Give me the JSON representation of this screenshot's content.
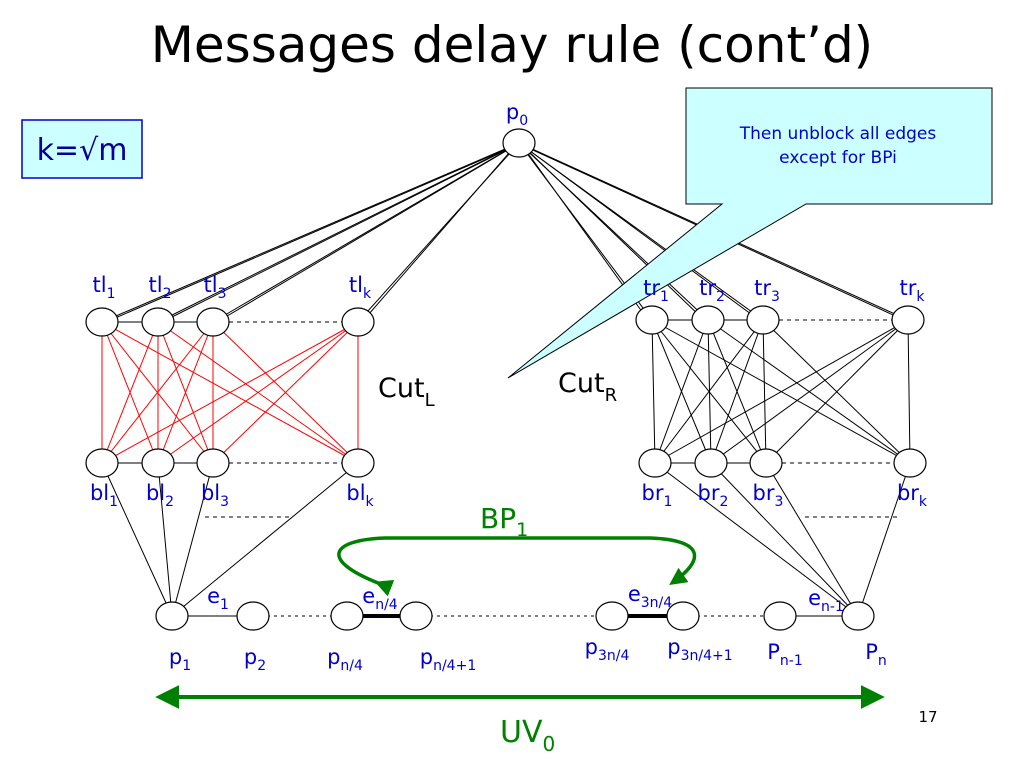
{
  "slide": {
    "title": "Messages delay rule (cont’d)",
    "page_number": "17"
  },
  "k_box": {
    "text": "k=√m",
    "bg": "#ccffff",
    "border": "#0000cc",
    "text_color": "#000099"
  },
  "callout": {
    "line1": "Then unblock all edges",
    "line2": "except for BPi",
    "bg": "#ccffff",
    "text_color": "#0000cc"
  },
  "colors": {
    "node_labels": "#0000cc",
    "cut_l_edges": "#ff0000",
    "cut_r_edges": "#000000",
    "bp_arrow": "#008000",
    "uv_arrow": "#008000"
  },
  "root": {
    "base": "p",
    "sub": "0"
  },
  "top_left": [
    {
      "base": "tl",
      "sub": "1"
    },
    {
      "base": "tl",
      "sub": "2"
    },
    {
      "base": "tl",
      "sub": "3"
    },
    {
      "base": "tl",
      "sub": "k"
    }
  ],
  "bottom_left": [
    {
      "base": "bl",
      "sub": "1"
    },
    {
      "base": "bl",
      "sub": "2"
    },
    {
      "base": "bl",
      "sub": "3"
    },
    {
      "base": "bl",
      "sub": "k"
    }
  ],
  "top_right": [
    {
      "base": "tr",
      "sub": "1"
    },
    {
      "base": "tr",
      "sub": "2"
    },
    {
      "base": "tr",
      "sub": "3"
    },
    {
      "base": "tr",
      "sub": "k"
    }
  ],
  "bottom_right": [
    {
      "base": "br",
      "sub": "1"
    },
    {
      "base": "br",
      "sub": "2"
    },
    {
      "base": "br",
      "sub": "3"
    },
    {
      "base": "br",
      "sub": "k"
    }
  ],
  "path_nodes": [
    {
      "base": "p",
      "sub": "1"
    },
    {
      "base": "p",
      "sub": "2"
    },
    {
      "base": "p",
      "sub": "n/4"
    },
    {
      "base": "p",
      "sub": "n/4+1"
    },
    {
      "base": "p",
      "sub": "3n/4"
    },
    {
      "base": "p",
      "sub": "3n/4+1"
    },
    {
      "base": "P",
      "sub": "n-1"
    },
    {
      "base": "P",
      "sub": "n"
    }
  ],
  "edges": [
    {
      "base": "e",
      "sub": "1"
    },
    {
      "base": "e",
      "sub": "n/4"
    },
    {
      "base": "e",
      "sub": "3n/4"
    },
    {
      "base": "e",
      "sub": "n-1"
    }
  ],
  "cut_left": {
    "base": "Cut",
    "sub": "L"
  },
  "cut_right": {
    "base": "Cut",
    "sub": "R"
  },
  "bp": {
    "base": "BP",
    "sub": "1"
  },
  "uv": {
    "base": "UV",
    "sub": "0"
  }
}
